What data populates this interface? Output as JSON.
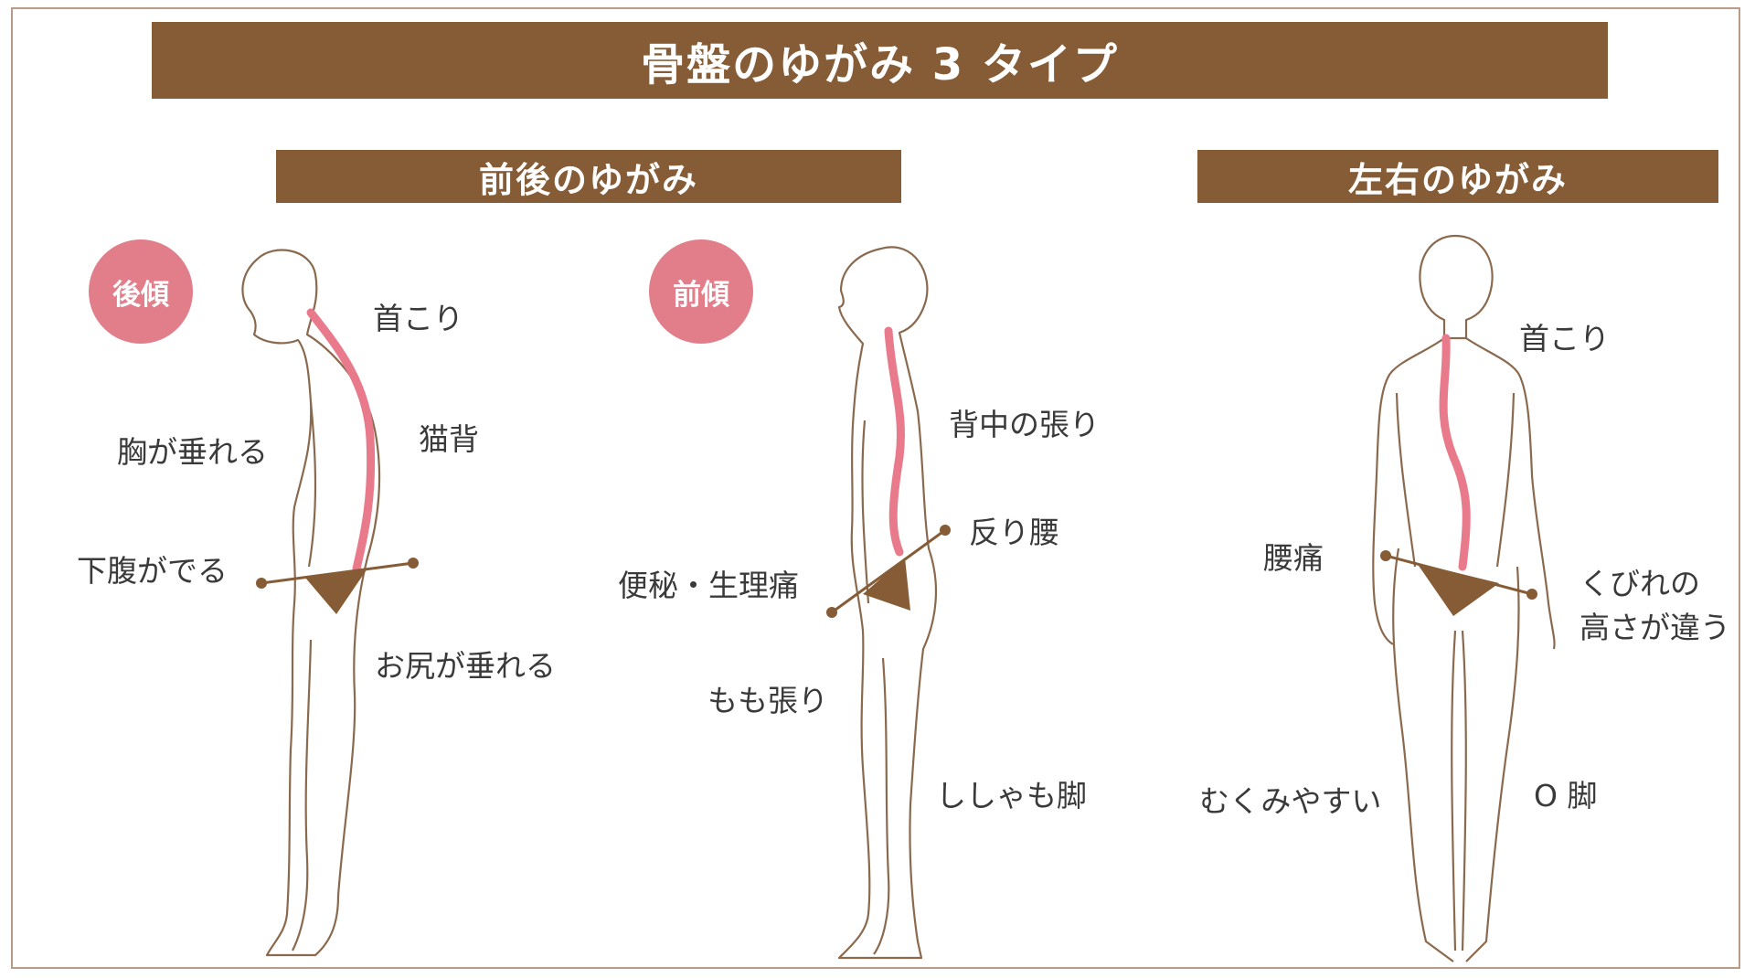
{
  "title": "骨盤のゆがみ 3 タイプ",
  "sections": {
    "front_back": "前後のゆがみ",
    "left_right": "左右のゆがみ"
  },
  "badges": {
    "posterior": "後傾",
    "anterior": "前傾"
  },
  "figure_posterior": {
    "labels": [
      "首こり",
      "猫背",
      "胸が垂れる",
      "下腹がでる",
      "お尻が垂れる"
    ]
  },
  "figure_anterior": {
    "labels": [
      "背中の張り",
      "反り腰",
      "便秘・生理痛",
      "もも張り",
      "ししゃも脚"
    ]
  },
  "figure_lateral": {
    "labels": [
      "首こり",
      "腰痛",
      "くびれの",
      "高さが違う",
      "むくみやすい",
      "O 脚"
    ]
  },
  "colors": {
    "banner": "#855c36",
    "badge": "#e27d8a",
    "spine": "#e87a8c",
    "pelvis": "#855c36",
    "outline": "#8a6a4e",
    "frame": "#b99a86"
  }
}
